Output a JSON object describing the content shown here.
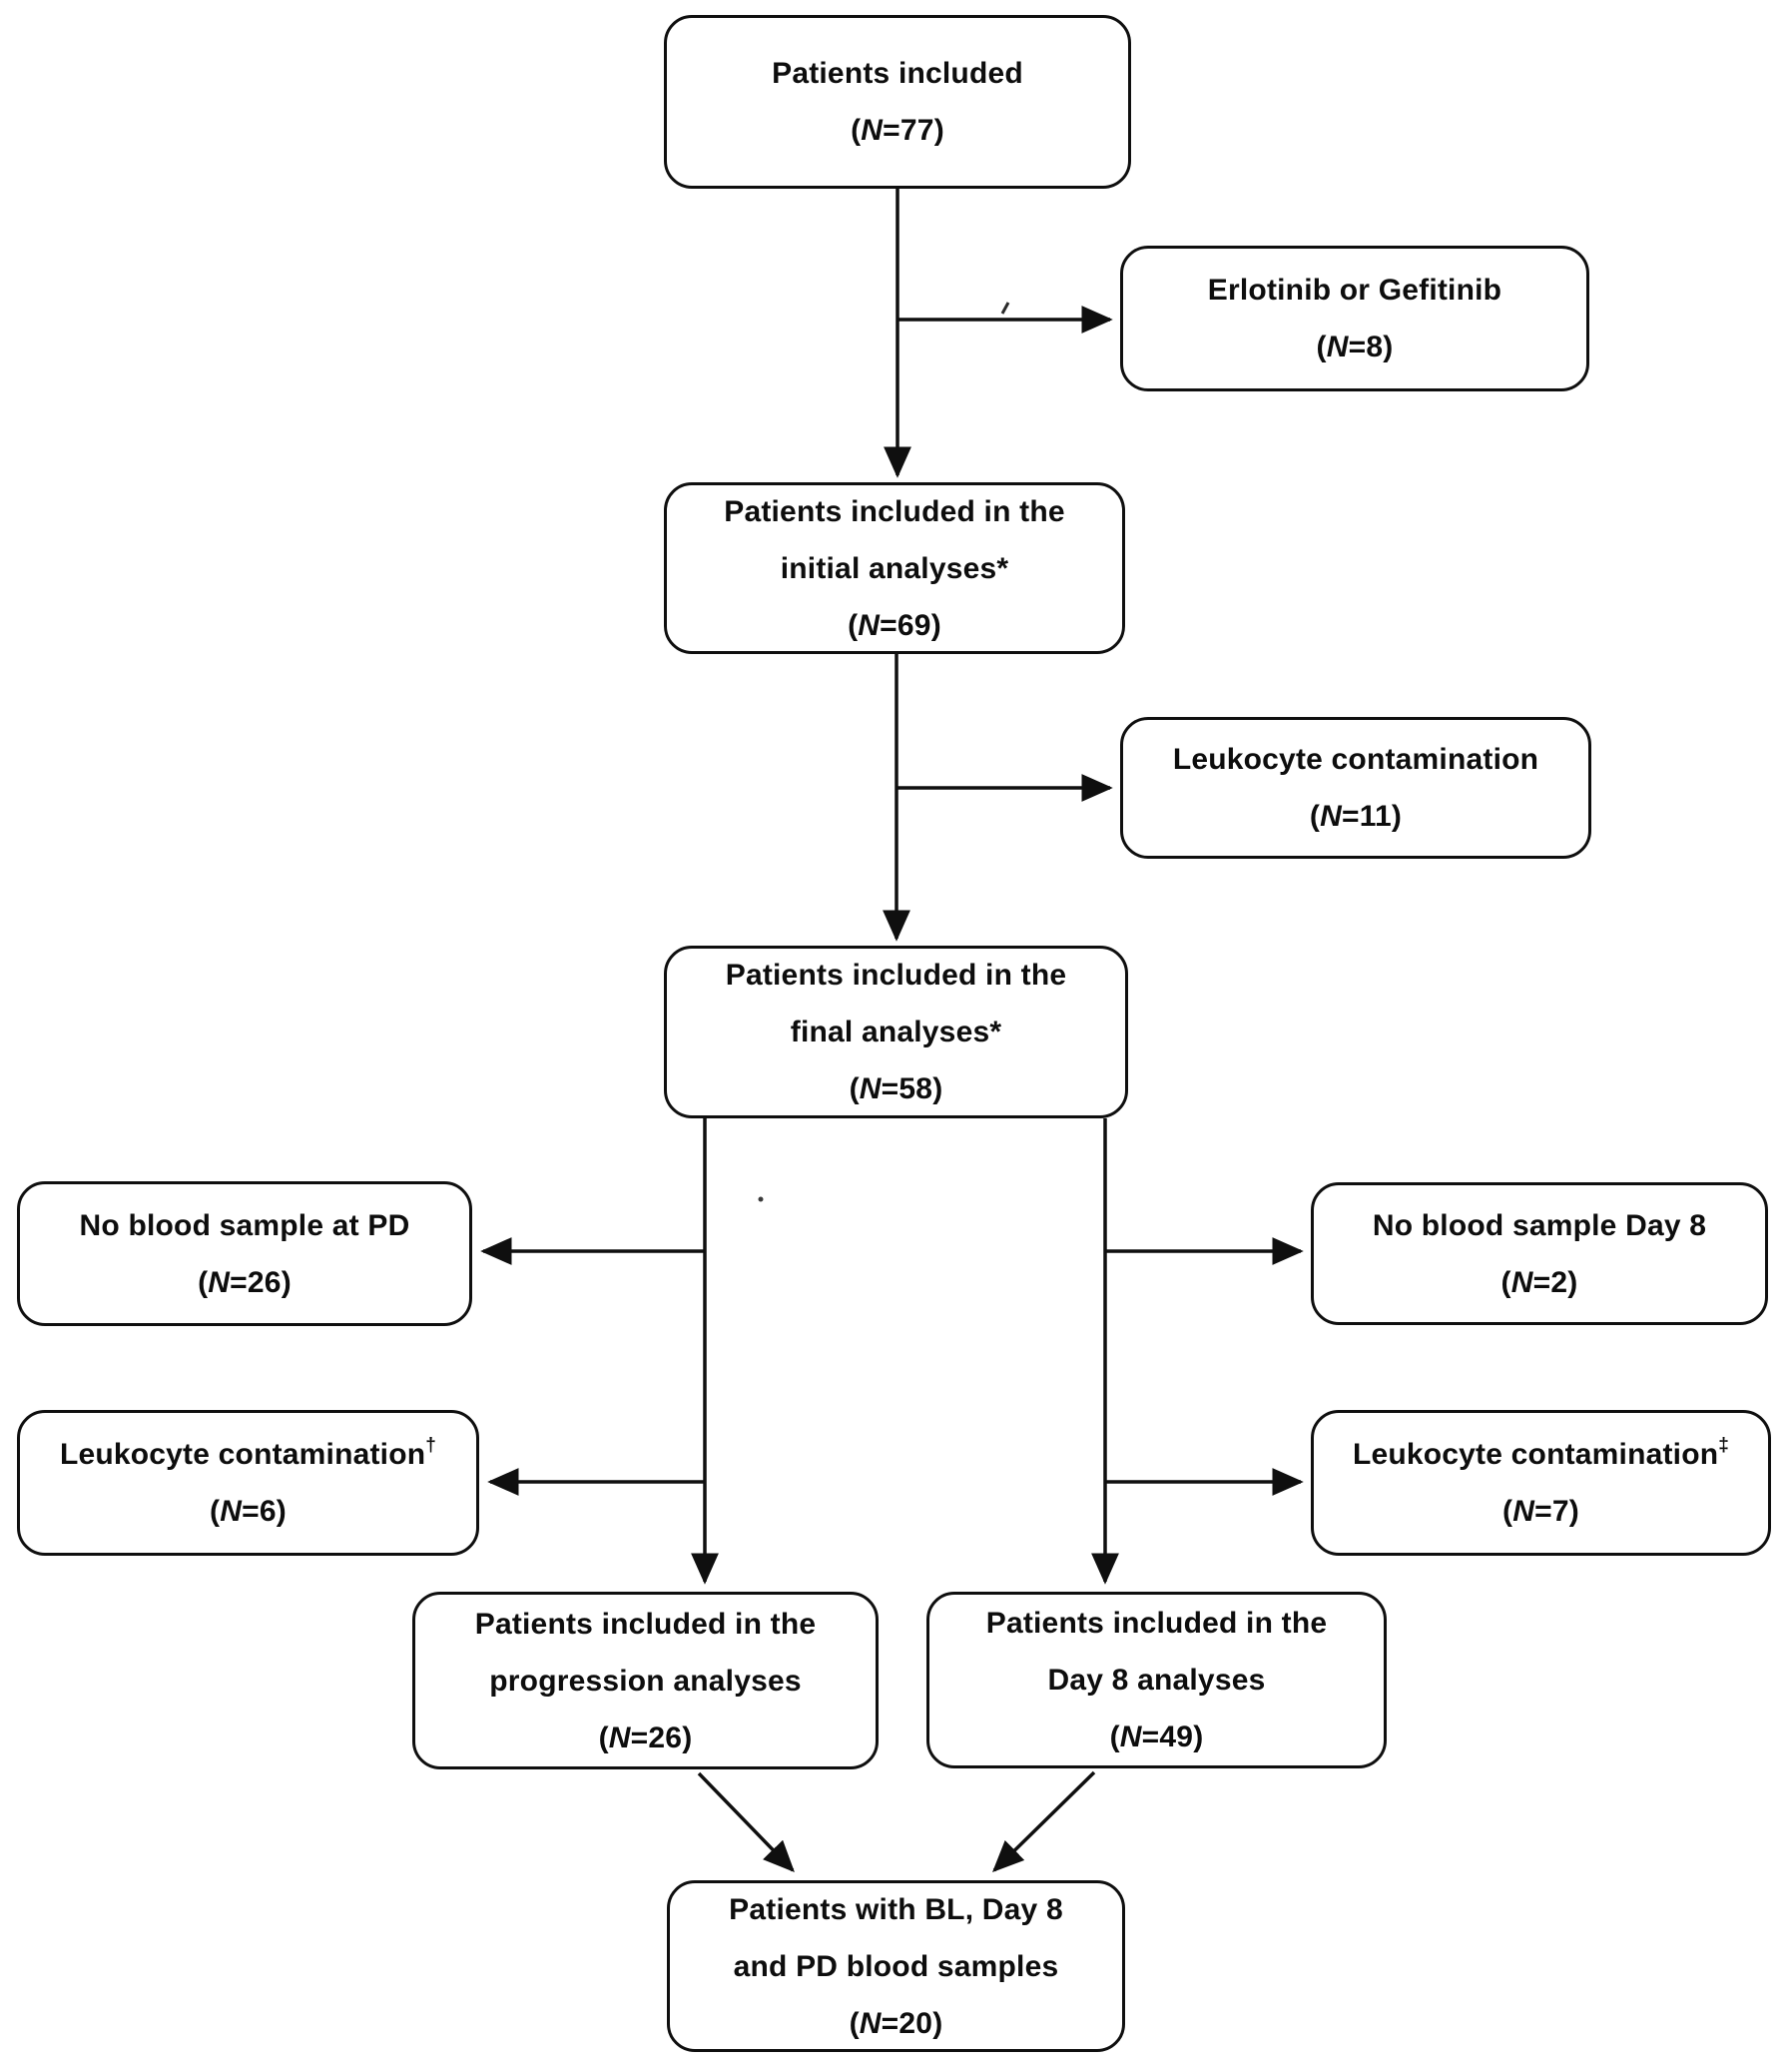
{
  "figure": {
    "colors": {
      "background": "#ffffff",
      "line": "#0f0f0f",
      "text": "#0d0d0d"
    },
    "n_format": {
      "open": "(",
      "var": "N",
      "eq": "=",
      "close": ")"
    },
    "boxes": {
      "patients_included": {
        "lines": [
          "Patients included"
        ],
        "n": "77"
      },
      "erlotinib_gefitinib": {
        "lines": [
          "Erlotinib or Gefitinib"
        ],
        "n": "8"
      },
      "initial_analyses": {
        "lines": [
          "Patients included in the",
          "initial analyses*"
        ],
        "n": "69"
      },
      "leukocyte_contamination": {
        "lines": [
          "Leukocyte contamination"
        ],
        "n": "11"
      },
      "final_analyses": {
        "lines": [
          "Patients included in the",
          "final analyses*"
        ],
        "n": "58"
      },
      "no_blood_sample_pd": {
        "lines": [
          "No blood sample at PD"
        ],
        "n": "26"
      },
      "no_blood_sample_day8": {
        "lines": [
          "No blood sample Day 8"
        ],
        "n": "2"
      },
      "leukocyte_contamination_dagger": {
        "lines": [
          "Leukocyte contamination"
        ],
        "sup": "†",
        "n": "6"
      },
      "leukocyte_contamination_ddagger": {
        "lines": [
          "Leukocyte contamination"
        ],
        "sup": "‡",
        "n": "7"
      },
      "progression_analyses": {
        "lines": [
          "Patients included in the",
          "progression analyses"
        ],
        "n": "26"
      },
      "day8_analyses": {
        "lines": [
          "Patients included in the",
          "Day 8 analyses"
        ],
        "n": "49"
      },
      "bl_day8_pd_samples": {
        "lines": [
          "Patients with BL, Day 8",
          "and PD blood samples"
        ],
        "n": "20"
      }
    }
  }
}
